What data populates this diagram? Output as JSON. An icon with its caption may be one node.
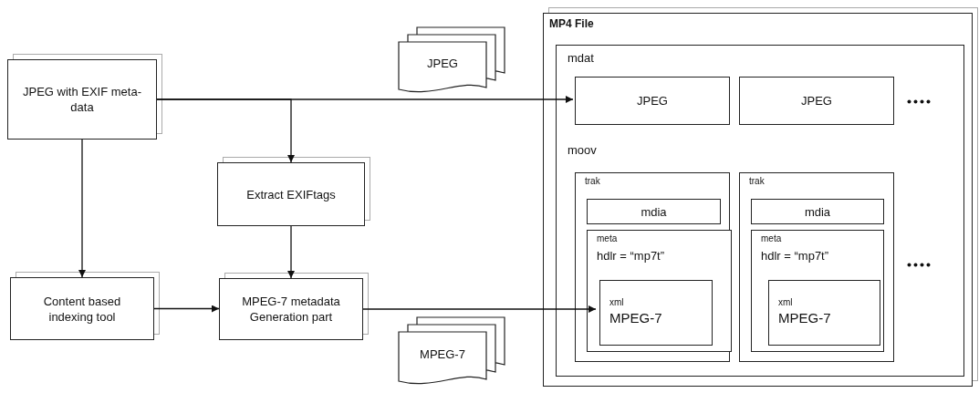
{
  "diagram": {
    "nodes": [
      {
        "text": [
          "JPEG with EXIF meta-data"
        ]
      },
      {
        "text": [
          "Extract EXIFtags"
        ]
      },
      {
        "text": [
          "Content based indexing tool"
        ]
      },
      {
        "text": [
          "MPEG-7 metadata Generation part"
        ]
      },
      {
        "text": [
          "JPEG"
        ]
      },
      {
        "text": [
          "MPEG-7"
        ]
      },
      {
        "text": [
          "MP4 File"
        ]
      },
      {
        "text": [
          "mdat"
        ],
        "in": 6
      },
      {
        "text": [
          "JPEG"
        ],
        "in": 7
      },
      {
        "text": [
          "JPEG"
        ],
        "in": 7
      },
      {
        "text": [
          "moov"
        ],
        "in": 6
      },
      {
        "text": [
          "trak"
        ],
        "in": 10
      },
      {
        "text": [
          "mdia"
        ],
        "in": 11
      },
      {
        "text": [
          "meta",
          "hdlr = “mp7t”"
        ],
        "in": 11
      },
      {
        "text": [
          "xml",
          "MPEG-7"
        ],
        "in": 13
      },
      {
        "text": [
          "trak"
        ],
        "in": 10
      },
      {
        "text": [
          "mdia"
        ],
        "in": 15
      },
      {
        "text": [
          "meta",
          "hdlr = “mp7t”"
        ],
        "in": 15
      },
      {
        "text": [
          "xml",
          "MPEG-7"
        ],
        "in": 17
      }
    ],
    "edges": [
      {
        "from": 0,
        "to": 8,
        "arrow": "to"
      },
      {
        "from": 0,
        "to": 1,
        "arrow": "to"
      },
      {
        "from": 0,
        "to": 2,
        "arrow": "to"
      },
      {
        "from": 1,
        "to": 3,
        "arrow": "to"
      },
      {
        "from": 2,
        "to": 3,
        "arrow": "to"
      },
      {
        "from": 3,
        "to": 14,
        "arrow": "to"
      }
    ]
  }
}
